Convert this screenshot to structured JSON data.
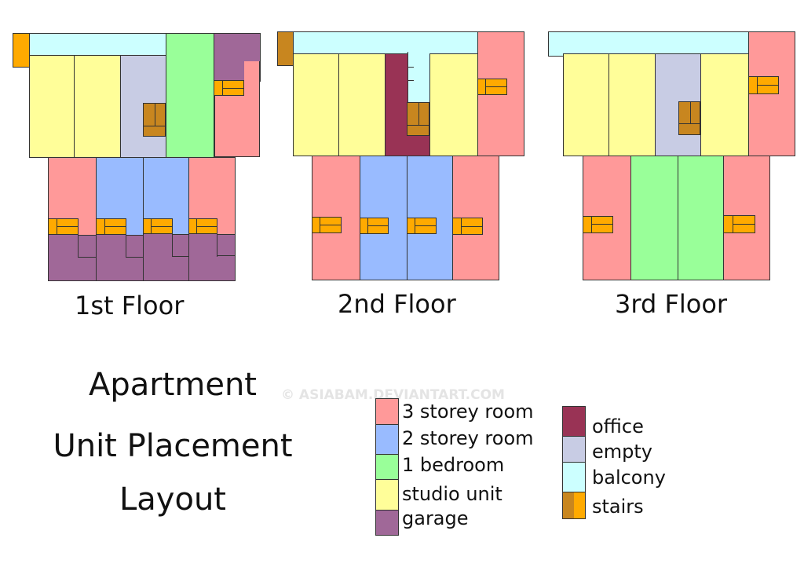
{
  "title": {
    "line1": "Apartment",
    "line2": "Unit Placement",
    "line3": "Layout"
  },
  "floors": [
    {
      "label": "1st Floor"
    },
    {
      "label": "2nd Floor"
    },
    {
      "label": "3rd Floor"
    }
  ],
  "legend": {
    "left": [
      {
        "label": "3 storey room",
        "color": "#ff9999"
      },
      {
        "label": "2 storey room",
        "color": "#99bbff"
      },
      {
        "label": "1 bedroom",
        "color": "#99ff99"
      },
      {
        "label": "studio unit",
        "color": "#fffe99"
      },
      {
        "label": "garage",
        "color": "#a06898"
      }
    ],
    "right": [
      {
        "label": "office",
        "color": "#993355"
      },
      {
        "label": "empty",
        "color": "#c8cce4"
      },
      {
        "label": "balcony",
        "color": "#ccffff"
      },
      {
        "label": "stairs",
        "color": "#ffaa00",
        "color2": "#c8861f"
      }
    ]
  },
  "watermark": "© ASIABAM.DEVIANTART.COM"
}
